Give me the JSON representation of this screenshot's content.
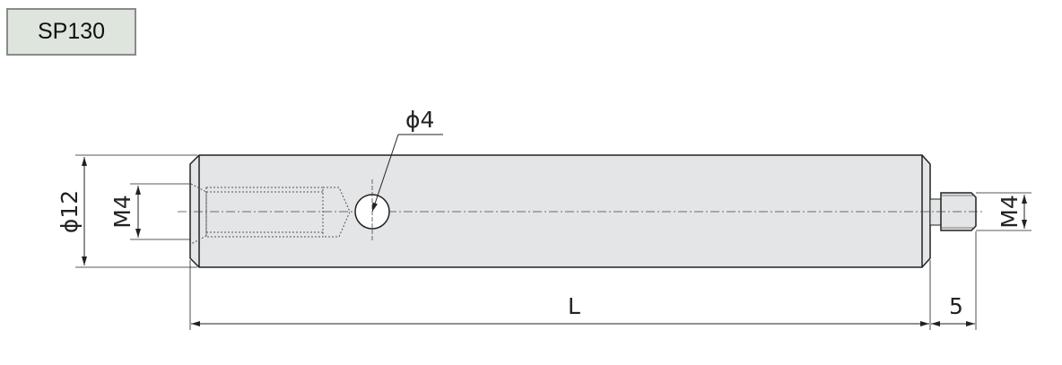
{
  "part_label": "SP130",
  "dimensions": {
    "shaft_diameter": "ϕ12",
    "tapped_hole_left": "M4",
    "cross_hole": "ϕ4",
    "length": "L",
    "stud_length": "5",
    "stud_thread_right": "M4"
  },
  "colors": {
    "body_fill": "#e3e5e7",
    "label_fill": "#dde5dd",
    "line": "#222222"
  }
}
